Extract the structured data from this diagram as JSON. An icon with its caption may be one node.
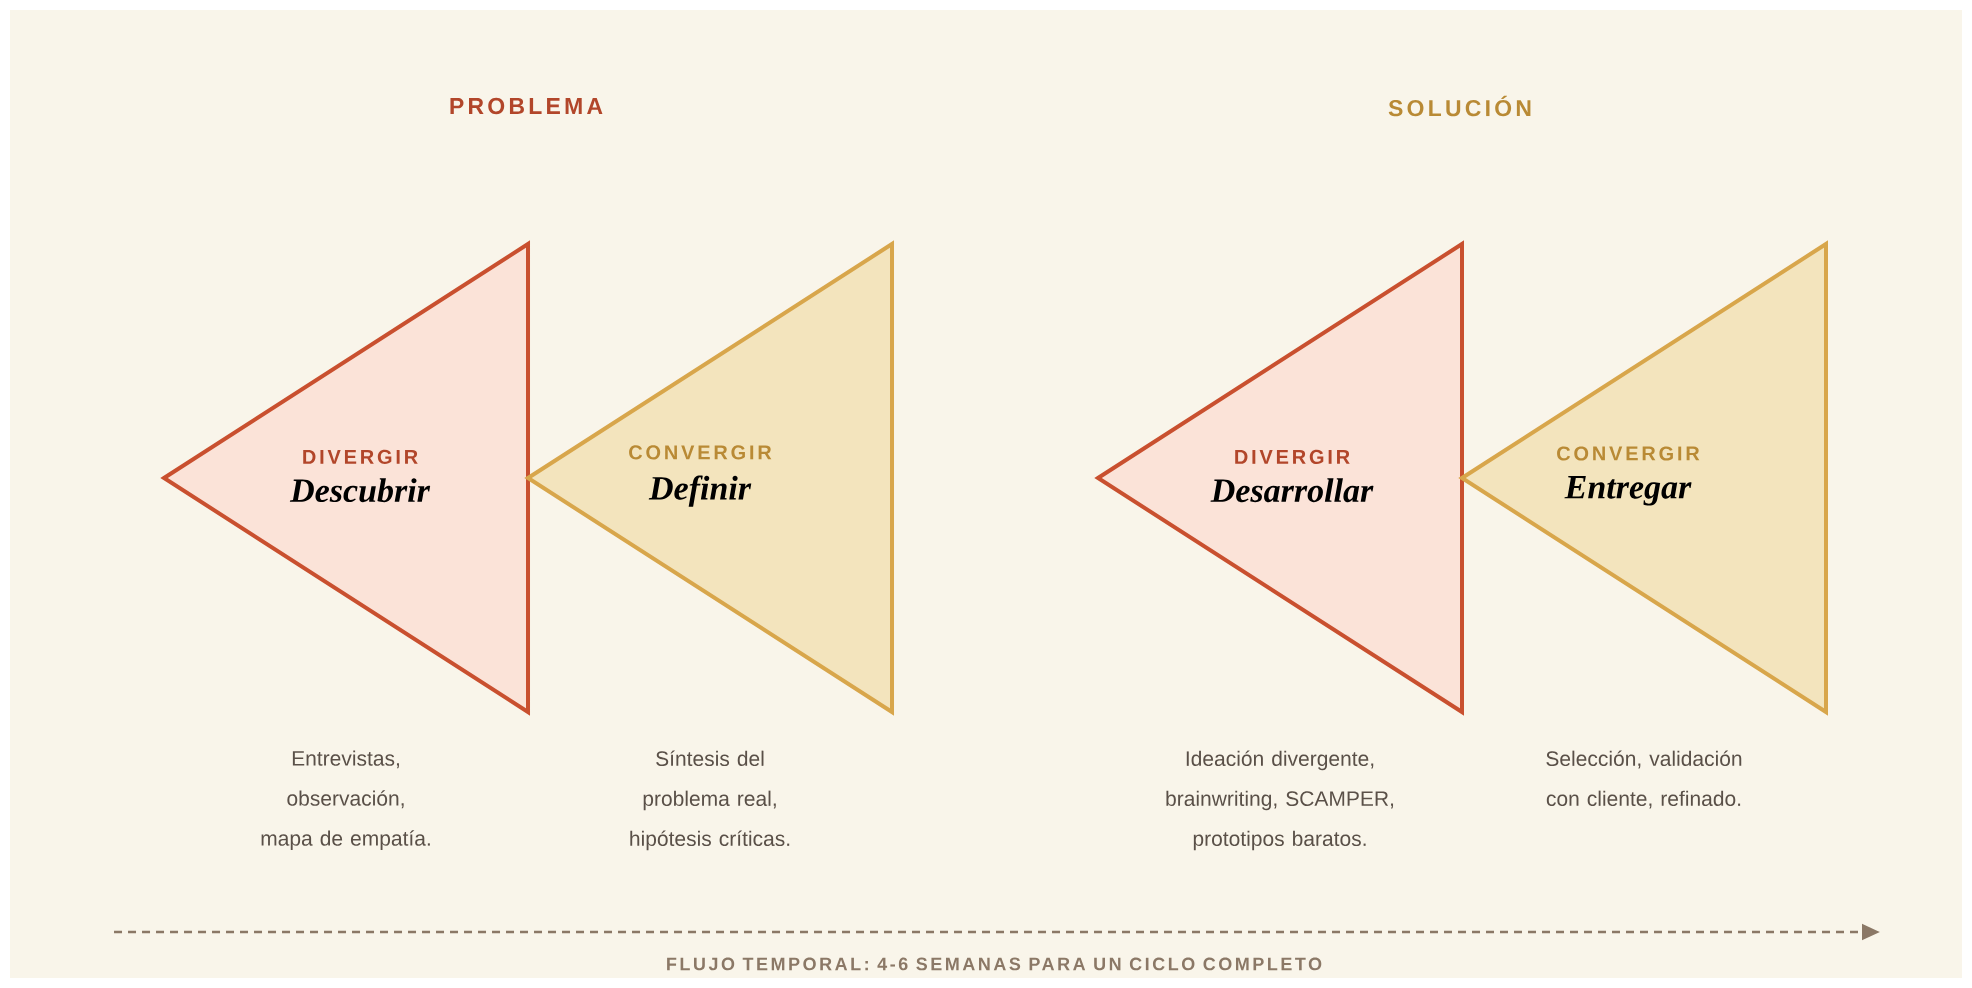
{
  "diagram": {
    "nodes": [
      {
        "text": [
          "DIVERGIR",
          "Descubrir"
        ],
        "beside": [
          "Entrevistas, observación, mapa de empatía."
        ]
      },
      {
        "text": [
          "CONVERGIR",
          "Definir"
        ],
        "beside": [
          "Síntesis del problema real, hipótesis críticas."
        ]
      },
      {
        "text": [
          "DIVERGIR",
          "Desarrollar"
        ],
        "beside": [
          "Ideación divergente, brainwriting, SCAMPER, prototipos baratos."
        ]
      },
      {
        "text": [
          "CONVERGIR",
          "Entregar"
        ],
        "beside": [
          "Selección, validación con cliente, refinado."
        ]
      }
    ],
    "labels": [
      "PROBLEMA",
      "SOLUCIÓN",
      "FLUJO TEMPORAL: 4-6 SEMANAS PARA UN CICLO COMPLETO"
    ]
  }
}
